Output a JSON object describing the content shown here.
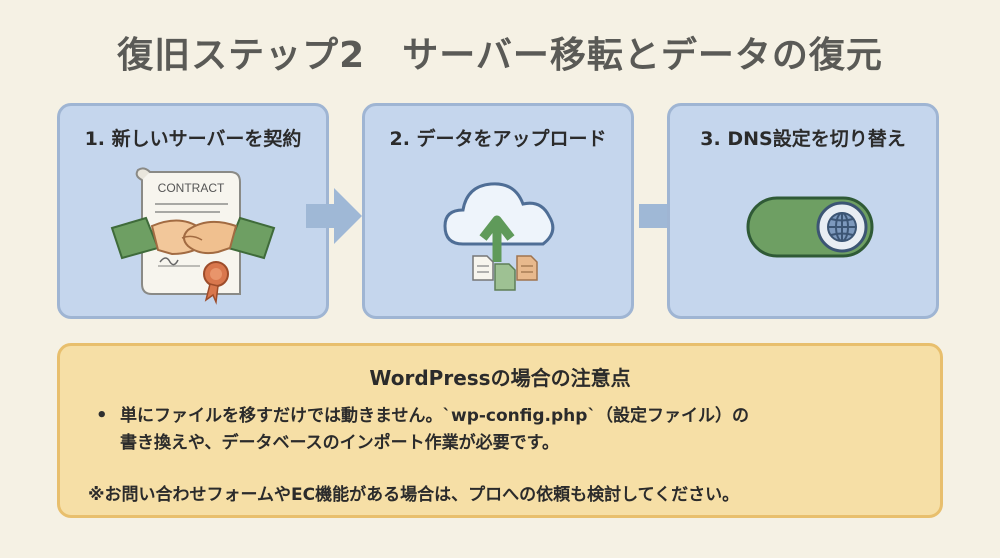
{
  "title": "復旧ステップ2　サーバー移転とデータの復元",
  "steps": [
    {
      "label": "1. 新しいサーバーを契約",
      "document_text": "CONTRACT",
      "icon": "contract-handshake-icon"
    },
    {
      "label": "2. データをアップロード",
      "icon": "cloud-upload-icon"
    },
    {
      "label": "3. DNS設定を切り替え",
      "icon": "dns-toggle-icon"
    }
  ],
  "note": {
    "title": "WordPressの場合の注意点",
    "bullet_line1": "単にファイルを移すだけでは動きません。`wp-config.php`（設定ファイル）の",
    "bullet_line2": "書き換えや、データベースのインポート作業が必要です。",
    "footnote": "※お問い合わせフォームやEC機能がある場合は、プロへの依頼も検討してください。"
  },
  "colors": {
    "background": "#f5f1e4",
    "step_fill": "#c5d6ed",
    "step_border": "#9fb5d3",
    "note_fill": "#f6dfa6",
    "note_border": "#e8bf6d",
    "arrow": "#9fb8d6",
    "accent_green": "#5f9a5a",
    "seal_orange": "#d9774d"
  }
}
